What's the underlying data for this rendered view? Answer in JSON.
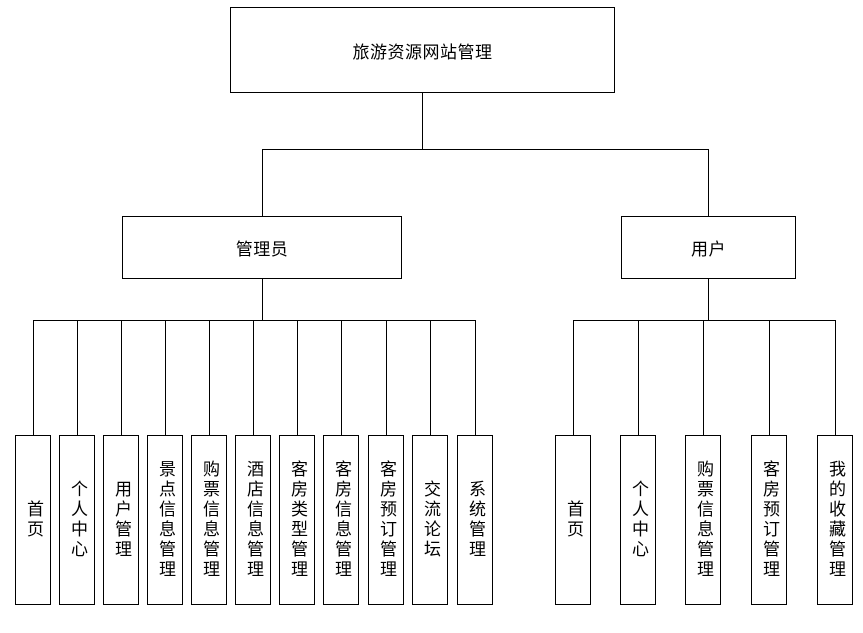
{
  "root": {
    "label": "旅游资源网站管理"
  },
  "admin": {
    "label": "管理员",
    "modules": [
      "首页",
      "个人中心",
      "用户管理",
      "景点信息管理",
      "购票信息管理",
      "酒店信息管理",
      "客房类型管理",
      "客房信息管理",
      "客房预订管理",
      "交流论坛",
      "系统管理"
    ]
  },
  "user": {
    "label": "用户",
    "modules": [
      "首页",
      "个人中心",
      "购票信息管理",
      "客房预订管理",
      "我的收藏管理"
    ]
  }
}
